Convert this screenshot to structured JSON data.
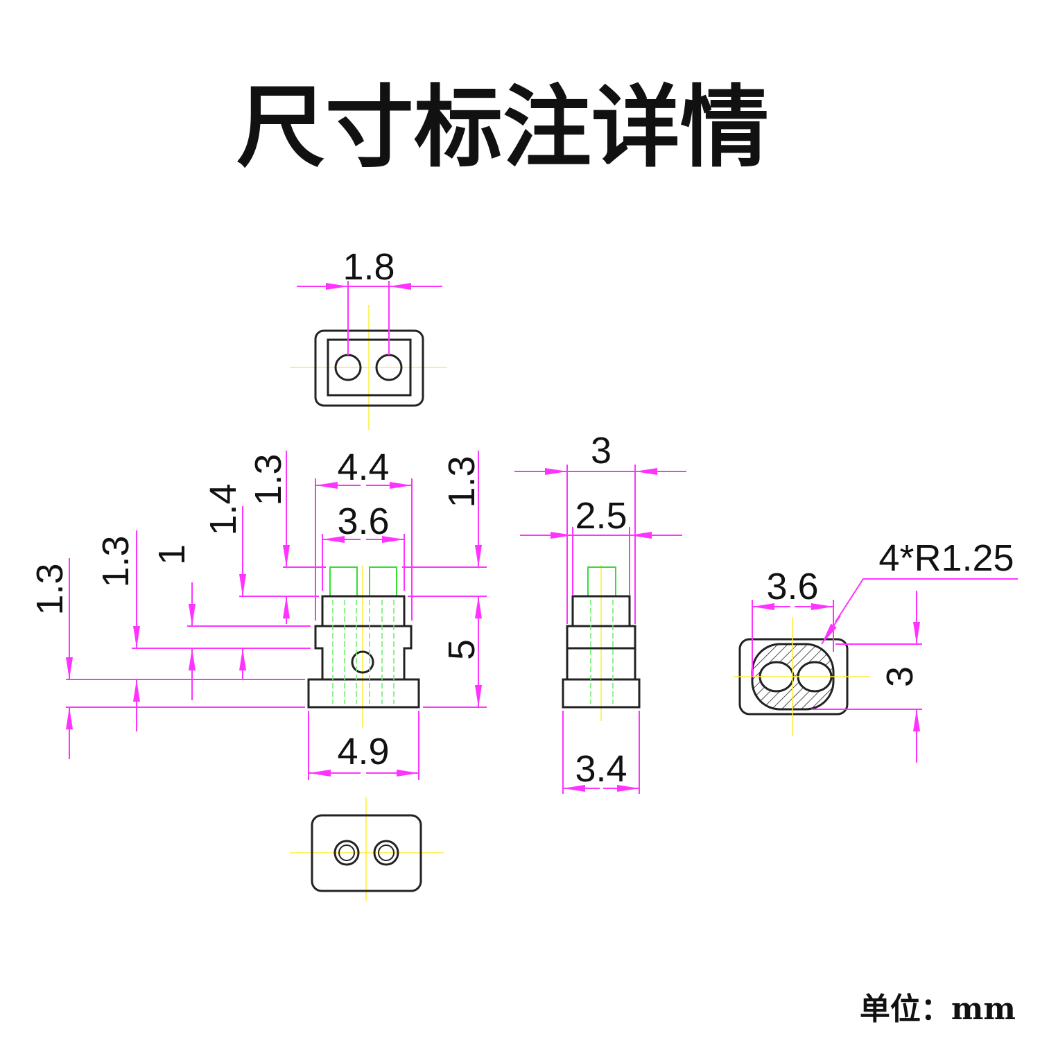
{
  "title": "尺寸标注详情",
  "units_label": "单位：mm",
  "colors": {
    "dimension": "#ff33ff",
    "centerline": "#ffee33",
    "pin": "#33dd33",
    "outline": "#222222"
  },
  "top_view": {
    "pin_spacing": "1.8"
  },
  "front_view": {
    "top_width": "4.4",
    "pin_span": "3.6",
    "pin_height": "1.3",
    "body_height": "5",
    "bottom_width": "4.9",
    "left_dims": [
      "1.3",
      "1.3",
      "1",
      "1.4",
      "1.3"
    ]
  },
  "side_view": {
    "top_width": "3",
    "upper_width": "2.5",
    "bottom_width": "3.4"
  },
  "section_view": {
    "width": "3.6",
    "height": "3",
    "radius_note": "4*R1.25"
  }
}
